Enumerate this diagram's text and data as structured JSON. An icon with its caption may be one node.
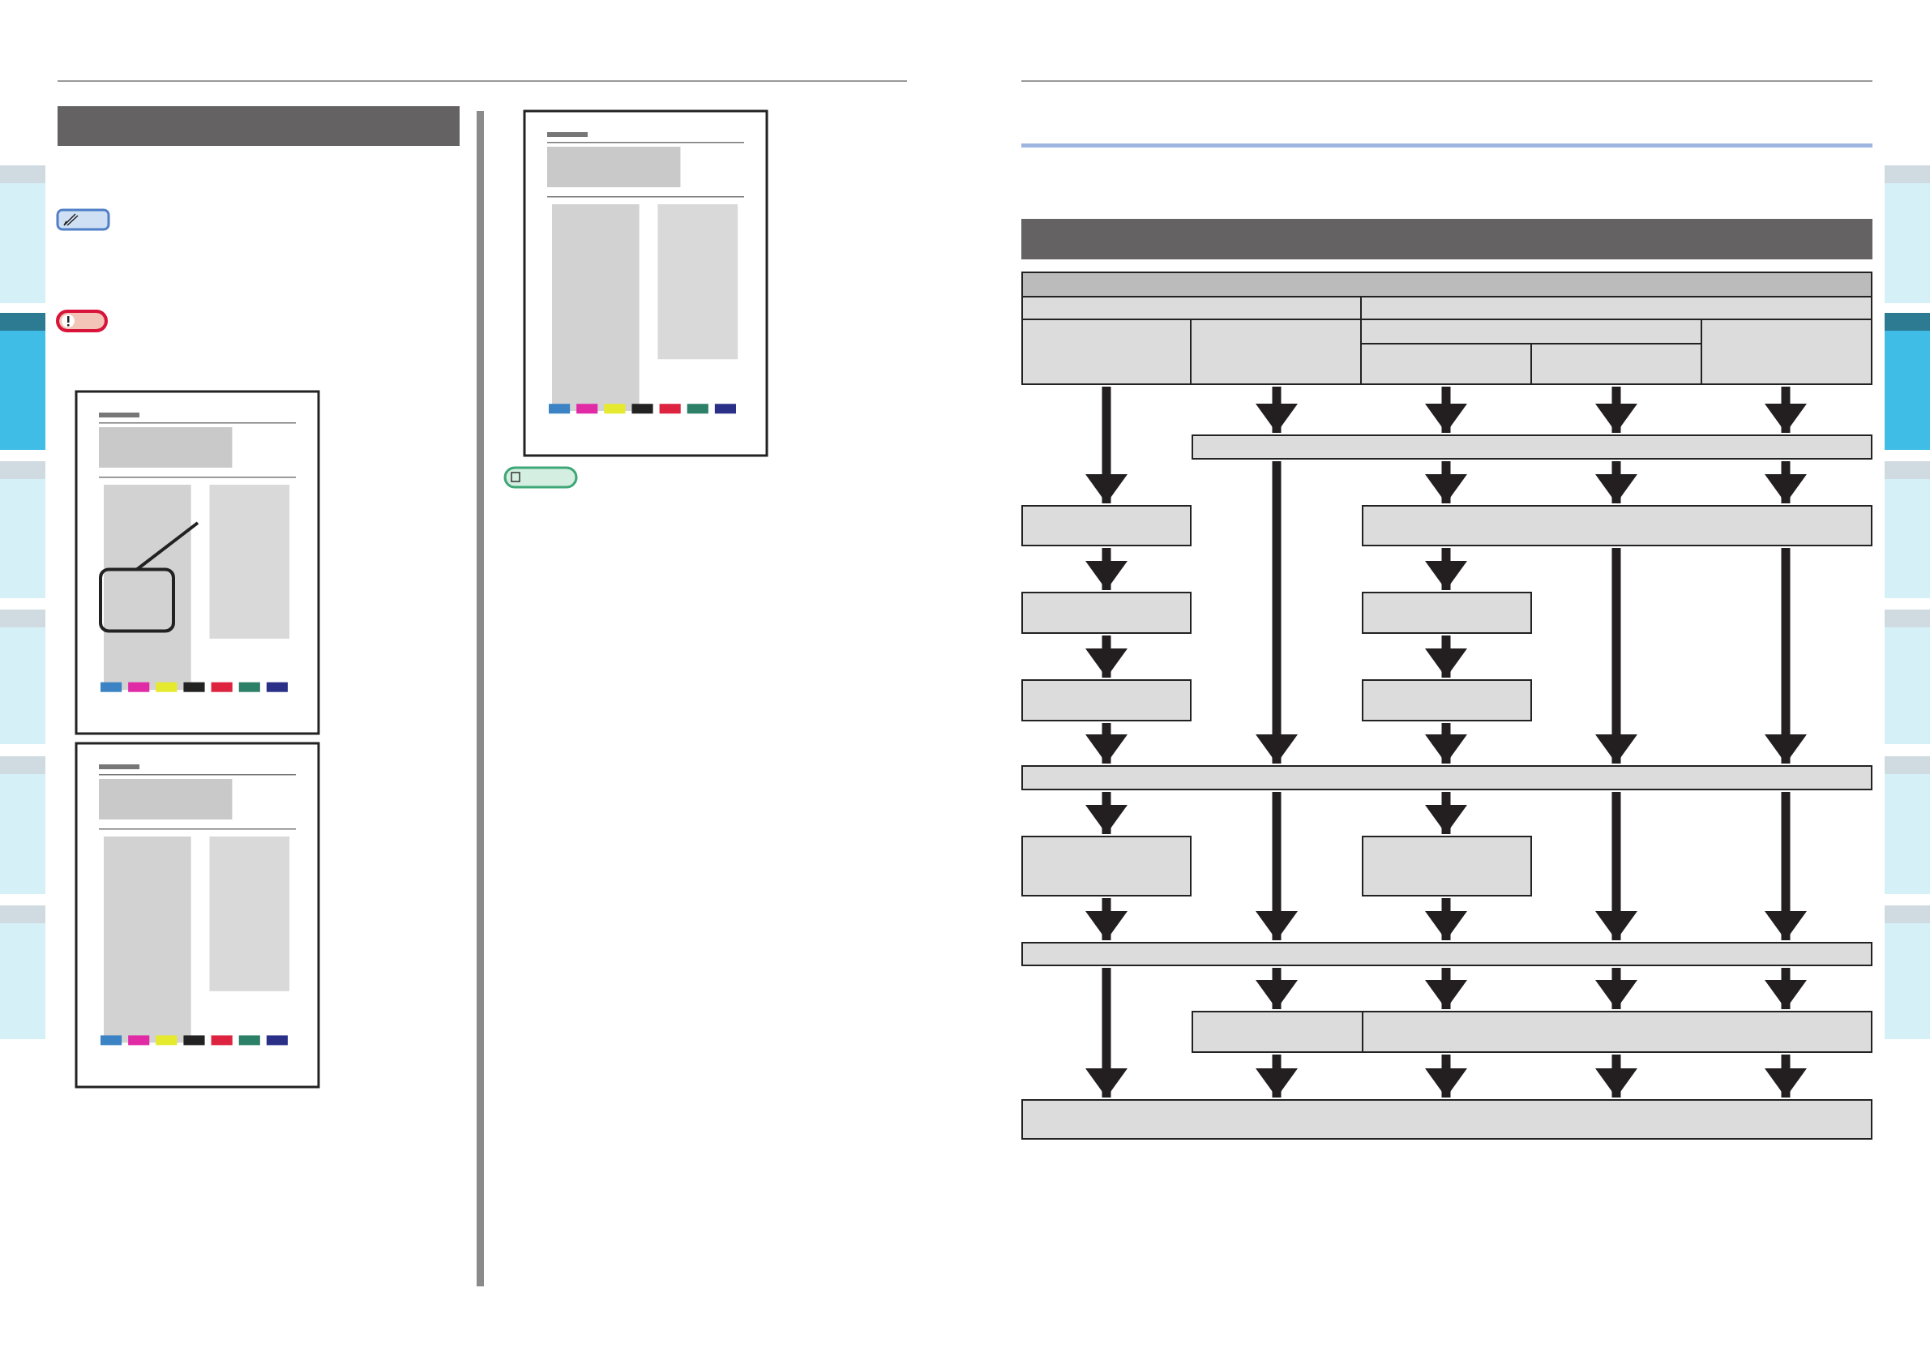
{
  "diagram": {
    "nodes": [
      {
        "text": [],
        "shape": "box"
      },
      {
        "text": [],
        "shape": "box"
      },
      {
        "text": [],
        "shape": "box"
      },
      {
        "text": [],
        "shape": "box"
      },
      {
        "text": [],
        "shape": "box"
      },
      {
        "text": [],
        "shape": "box"
      },
      {
        "text": [],
        "shape": "box"
      },
      {
        "text": [],
        "shape": "box"
      },
      {
        "text": [],
        "shape": "box"
      },
      {
        "text": [],
        "shape": "box"
      },
      {
        "text": [],
        "shape": "box"
      },
      {
        "text": [],
        "shape": "box"
      },
      {
        "text": [],
        "shape": "box"
      },
      {
        "text": [],
        "shape": "box"
      },
      {
        "text": [],
        "shape": "box"
      },
      {
        "text": [],
        "shape": "box"
      },
      {
        "text": [],
        "shape": "box"
      },
      {
        "text": [],
        "shape": "box"
      },
      {
        "text": [],
        "shape": "box"
      },
      {
        "text": [],
        "shape": "box"
      },
      {
        "text": [],
        "shape": "box"
      },
      {
        "text": [],
        "shape": "box"
      },
      {
        "text": [],
        "shape": "box"
      },
      {
        "text": [],
        "shape": "bar"
      },
      {
        "text": [],
        "shape": "bar"
      }
    ],
    "edges": [
      {
        "from": 3,
        "to": 10,
        "arrow": "to"
      },
      {
        "from": 4,
        "to": 9,
        "arrow": "to"
      },
      {
        "from": 6,
        "to": 9,
        "arrow": "to"
      },
      {
        "from": 7,
        "to": 9,
        "arrow": "to"
      },
      {
        "from": 8,
        "to": 9,
        "arrow": "to"
      },
      {
        "from": 10,
        "to": 12,
        "arrow": "to"
      },
      {
        "from": 9,
        "to": 16,
        "arrow": "to"
      },
      {
        "from": 9,
        "to": 11,
        "arrow": "to"
      },
      {
        "from": 9,
        "to": 11,
        "arrow": "to"
      },
      {
        "from": 9,
        "to": 11,
        "arrow": "to"
      },
      {
        "from": 11,
        "to": 13,
        "arrow": "to"
      },
      {
        "from": 11,
        "to": 16,
        "arrow": "to"
      },
      {
        "from": 11,
        "to": 16,
        "arrow": "to"
      },
      {
        "from": 12,
        "to": 14,
        "arrow": "to"
      },
      {
        "from": 13,
        "to": 15,
        "arrow": "to"
      },
      {
        "from": 14,
        "to": 16,
        "arrow": "to"
      },
      {
        "from": 15,
        "to": 16,
        "arrow": "to"
      },
      {
        "from": 16,
        "to": 17,
        "arrow": "to"
      },
      {
        "from": 16,
        "to": 19,
        "arrow": "to"
      },
      {
        "from": 16,
        "to": 18,
        "arrow": "to"
      },
      {
        "from": 16,
        "to": 19,
        "arrow": "to"
      },
      {
        "from": 16,
        "to": 19,
        "arrow": "to"
      },
      {
        "from": 17,
        "to": 19,
        "arrow": "to"
      },
      {
        "from": 18,
        "to": 19,
        "arrow": "to"
      },
      {
        "from": 19,
        "to": 22,
        "arrow": "to"
      },
      {
        "from": 19,
        "to": 20,
        "arrow": "to"
      },
      {
        "from": 19,
        "to": 21,
        "arrow": "to"
      },
      {
        "from": 19,
        "to": 21,
        "arrow": "to"
      },
      {
        "from": 19,
        "to": 21,
        "arrow": "to"
      },
      {
        "from": 20,
        "to": 22,
        "arrow": "to"
      },
      {
        "from": 21,
        "to": 22,
        "arrow": "to"
      },
      {
        "from": 21,
        "to": 22,
        "arrow": "to"
      },
      {
        "from": 21,
        "to": 22,
        "arrow": "to"
      }
    ]
  }
}
